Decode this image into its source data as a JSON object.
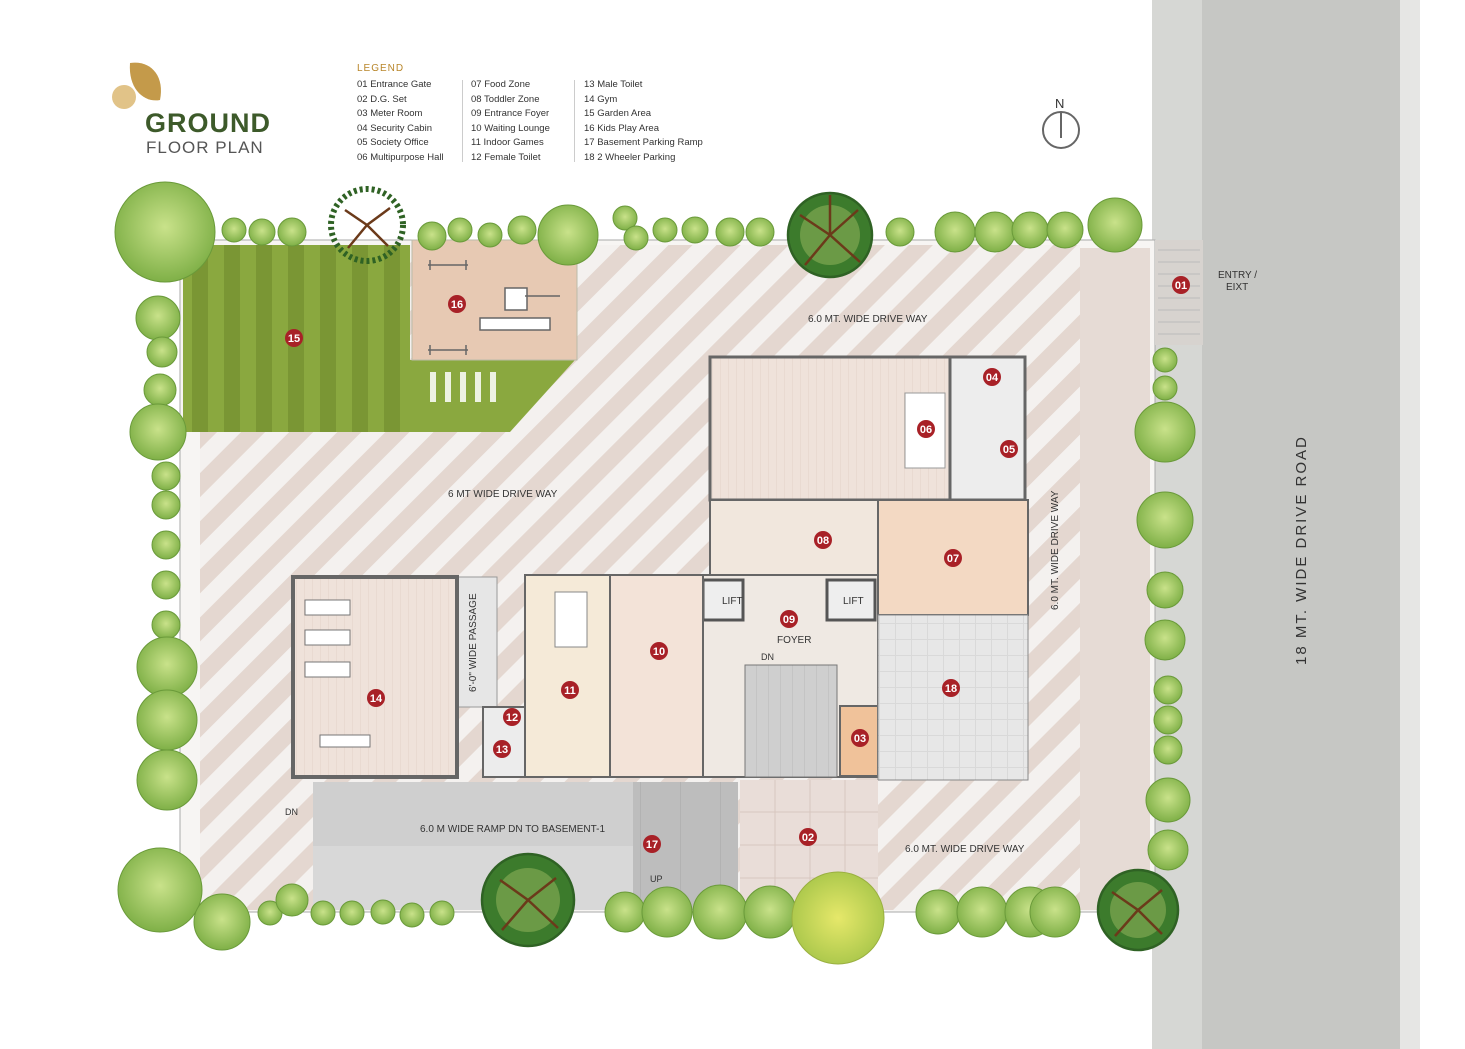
{
  "title": {
    "main": "GROUND",
    "sub": "FLOOR PLAN"
  },
  "legend": {
    "heading": "LEGEND",
    "columns": [
      [
        "01  Entrance Gate",
        "02  D.G. Set",
        "03  Meter Room",
        "04  Security Cabin",
        "05  Society Office",
        "06  Multipurpose Hall"
      ],
      [
        "07  Food Zone",
        "08  Toddler Zone",
        "09  Entrance Foyer",
        "10  Waiting Lounge",
        "11   Indoor Games",
        "12   Female Toilet"
      ],
      [
        "13   Male Toilet",
        "14   Gym",
        "15   Garden Area",
        "16   Kids Play Area",
        "17   Basement Parking Ramp",
        "18   2 Wheeler Parking"
      ]
    ]
  },
  "compass": {
    "label": "N"
  },
  "markers": [
    "01",
    "02",
    "03",
    "04",
    "05",
    "06",
    "07",
    "08",
    "09",
    "10",
    "11",
    "12",
    "13",
    "14",
    "15",
    "16",
    "17",
    "18"
  ],
  "labels": {
    "entry1": "ENTRY /",
    "entry2": "EIXT",
    "road": "18 MT. WIDE DRIVE ROAD",
    "drive_top": "6.0 MT. WIDE DRIVE WAY",
    "drive_left": "6 MT WIDE DRIVE WAY",
    "drive_right": "6.0 MT. WIDE DRIVE WAY",
    "drive_bottom": "6.0 MT. WIDE DRIVE WAY",
    "ramp": "6.0 M WIDE RAMP DN TO BASEMENT-1",
    "passage": "6'-0\" WIDE PASSAGE",
    "lift1": "LIFT",
    "lift2": "LIFT",
    "foyer": "FOYER",
    "dn_stair": "DN",
    "dn_ramp": "DN",
    "up_ramp": "UP"
  },
  "colors": {
    "road": "#c8c9c6",
    "garden": "#7f9a38",
    "hatch": "#e3d6cf",
    "marker": "#a82127",
    "tree": "#8ebf4f",
    "title": "#3d5a2a"
  }
}
